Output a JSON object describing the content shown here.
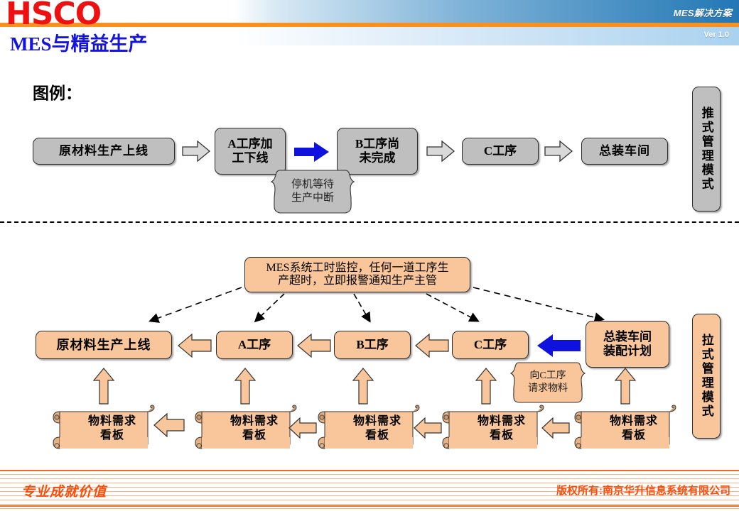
{
  "header": {
    "logo": "HSCO",
    "band_label": "MES解决方案",
    "version": "Ver 1.0",
    "title": "MES与精益生产",
    "accent_orange": "#f79122",
    "accent_blue": "#2277b5",
    "title_color": "#1515dd",
    "logo_color": "#ee1111"
  },
  "legend": {
    "label": "图例："
  },
  "push": {
    "side_label": "推式管理模式",
    "boxes": [
      {
        "text": "原材料生产上线"
      },
      {
        "text": "A工序加\n工下线"
      },
      {
        "text": "B工序尚\n未完成"
      },
      {
        "text": "C工序"
      },
      {
        "text": "总装车间"
      }
    ],
    "note": "停机等待\n生产中断",
    "arrow_gray": "#bfbfbf",
    "arrow_blue": "#1111dd"
  },
  "pull": {
    "side_label": "拉式管理模式",
    "monitor_note": "MES系统工时监控，任何一道工序生\n产超时，立即报警通知生产主管",
    "process_boxes": [
      {
        "text": "原材料生产上线"
      },
      {
        "text": "A工序"
      },
      {
        "text": "B工序"
      },
      {
        "text": "C工序"
      },
      {
        "text": "总装车间\n装配计划"
      }
    ],
    "request_note": "向C工序\n请求物料",
    "kanban_label": "物料需求\n看板",
    "kanban_count": 5,
    "box_fill": "#f8c69a",
    "arrow_blue": "#1111dd"
  },
  "footer": {
    "left": "专业成就价值",
    "right": "版权所有:南京华升信息系统有限公司",
    "color": "#fb4d09"
  }
}
